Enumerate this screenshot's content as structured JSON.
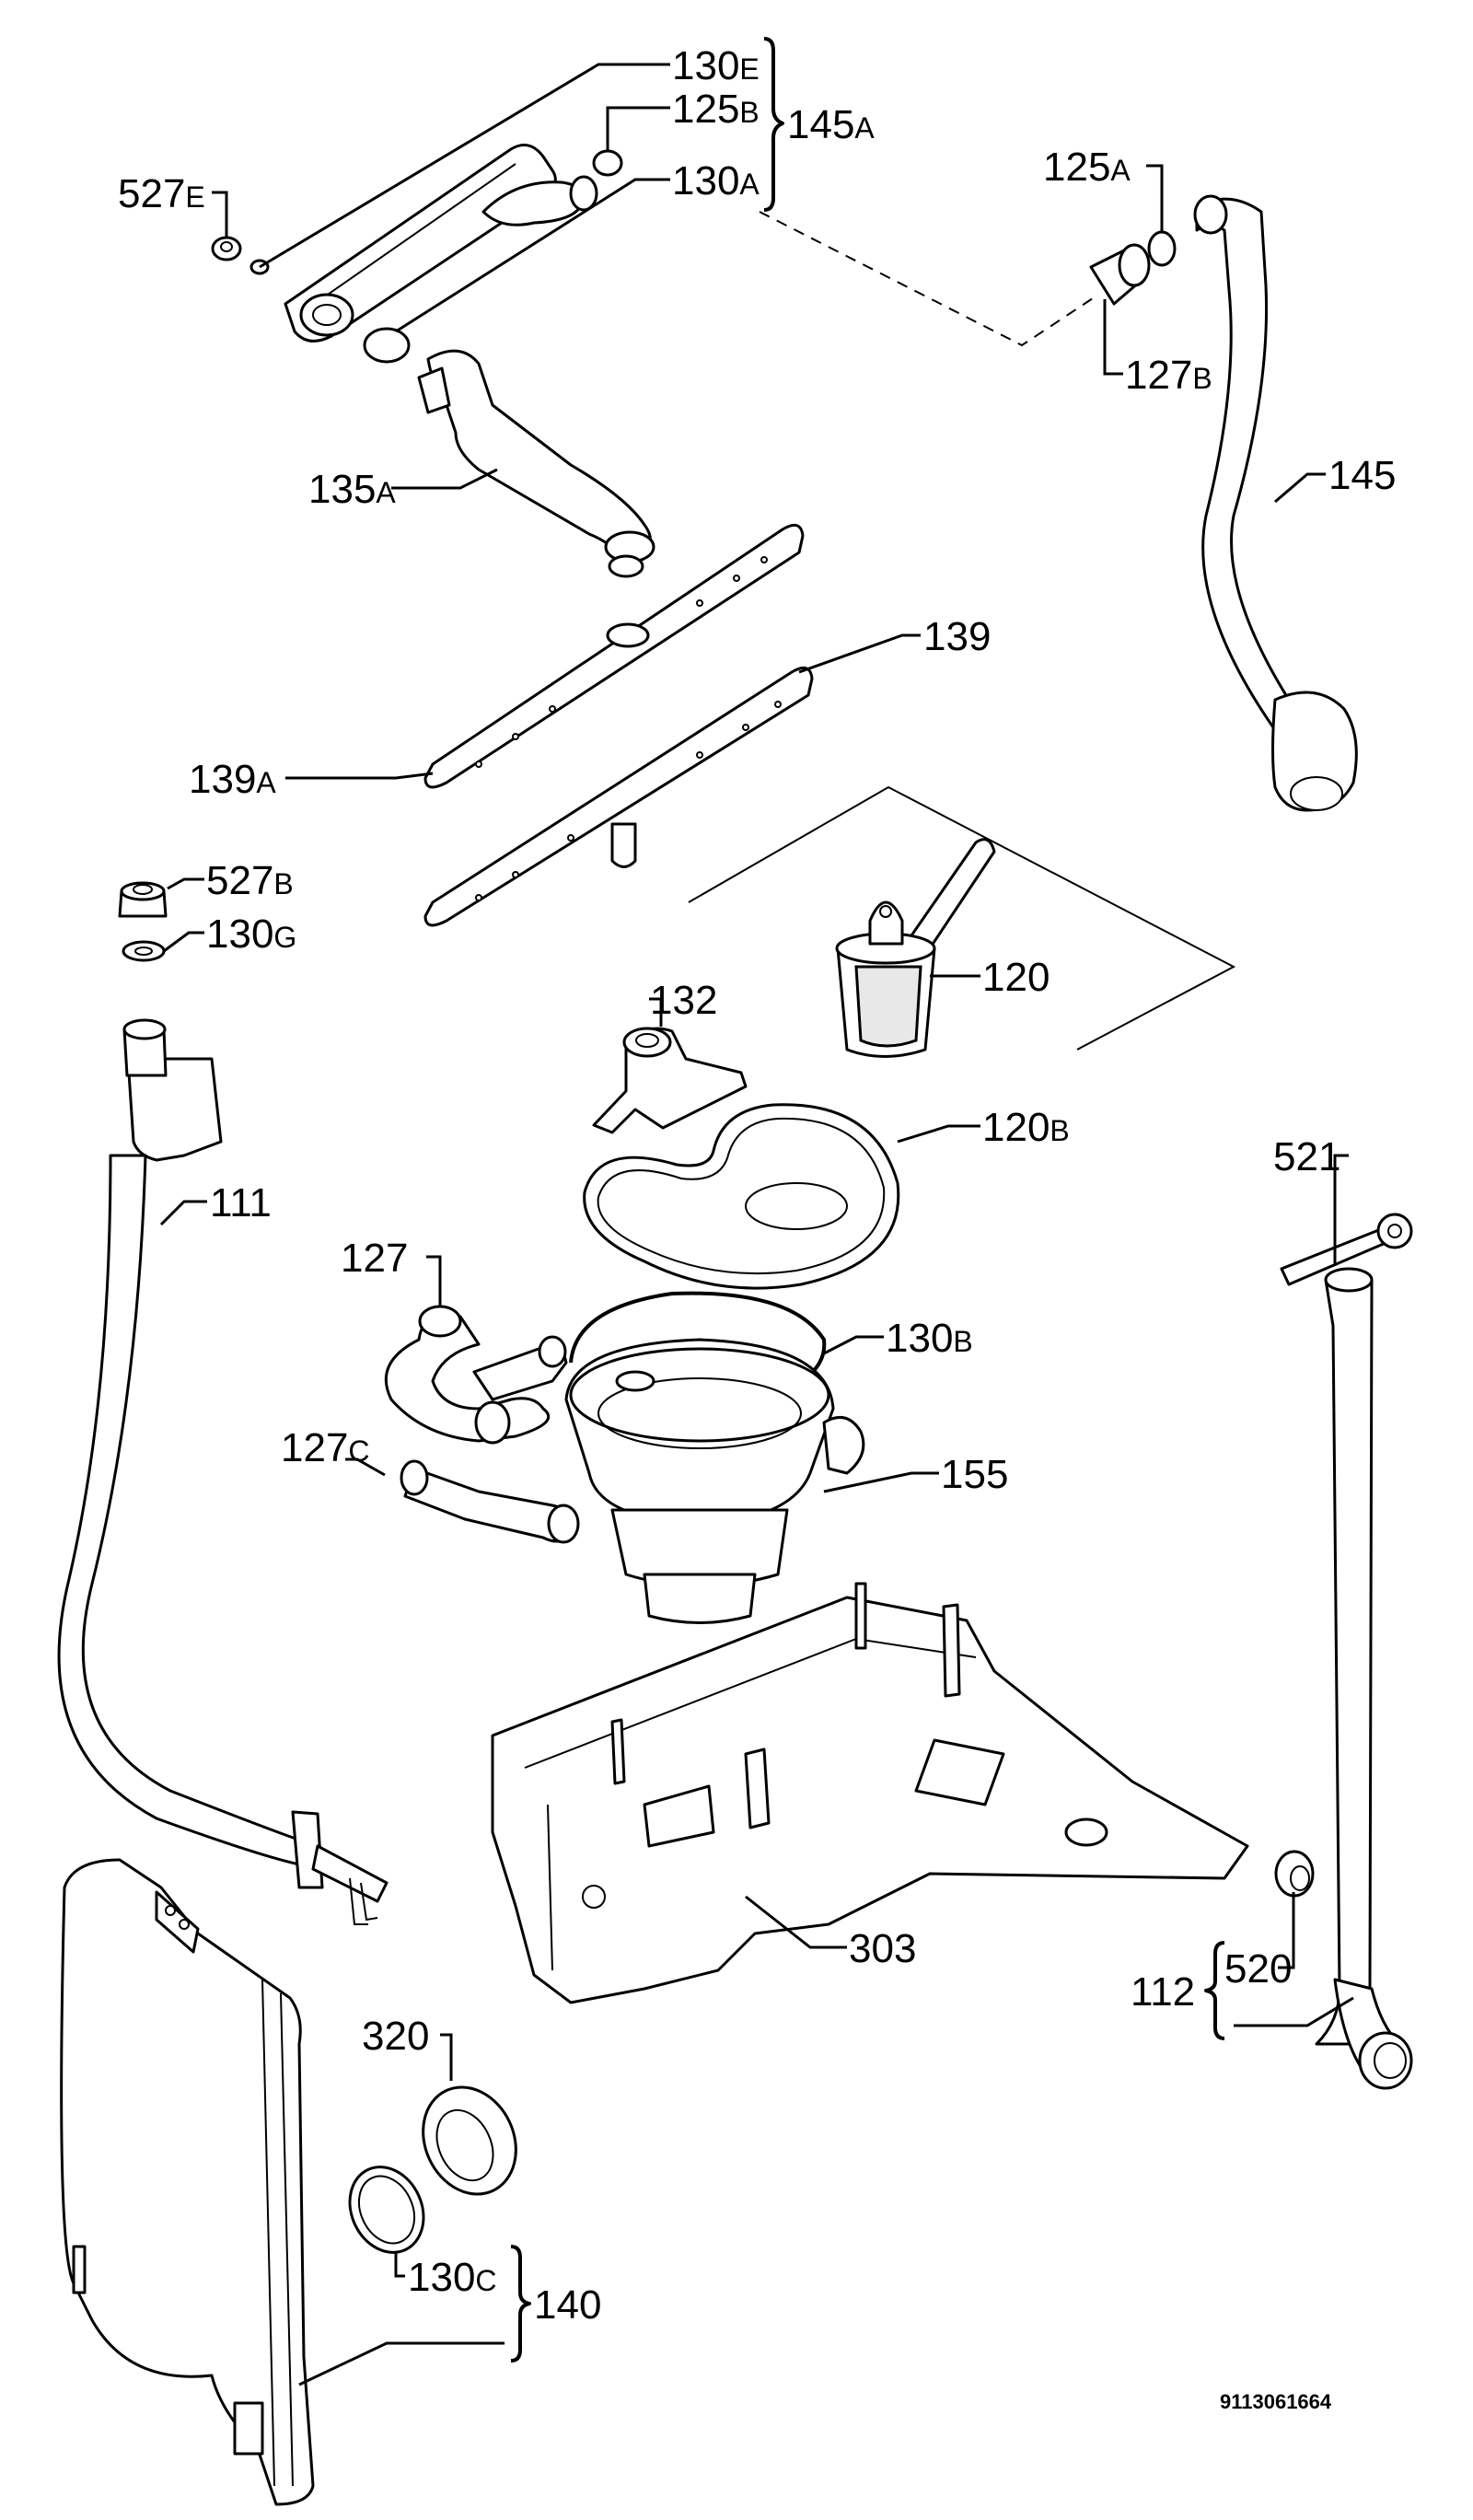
{
  "parts": {
    "130E": {
      "num": "130",
      "suffix": "E"
    },
    "125B": {
      "num": "125",
      "suffix": "B"
    },
    "145A": {
      "num": "145",
      "suffix": "A"
    },
    "130A": {
      "num": "130",
      "suffix": "A"
    },
    "527E": {
      "num": "527",
      "suffix": "E"
    },
    "125A": {
      "num": "125",
      "suffix": "A"
    },
    "127B": {
      "num": "127",
      "suffix": "B"
    },
    "145": {
      "num": "145",
      "suffix": ""
    },
    "135A": {
      "num": "135",
      "suffix": "A"
    },
    "139": {
      "num": "139",
      "suffix": ""
    },
    "139A": {
      "num": "139",
      "suffix": "A"
    },
    "527B": {
      "num": "527",
      "suffix": "B"
    },
    "130G": {
      "num": "130",
      "suffix": "G"
    },
    "132": {
      "num": "132",
      "suffix": ""
    },
    "120": {
      "num": "120",
      "suffix": ""
    },
    "120B": {
      "num": "120",
      "suffix": "B"
    },
    "111": {
      "num": "111",
      "suffix": ""
    },
    "521": {
      "num": "521",
      "suffix": ""
    },
    "127": {
      "num": "127",
      "suffix": ""
    },
    "130B": {
      "num": "130",
      "suffix": "B"
    },
    "127C": {
      "num": "127",
      "suffix": "C"
    },
    "155": {
      "num": "155",
      "suffix": ""
    },
    "303": {
      "num": "303",
      "suffix": ""
    },
    "112": {
      "num": "112",
      "suffix": ""
    },
    "520": {
      "num": "520",
      "suffix": ""
    },
    "320": {
      "num": "320",
      "suffix": ""
    },
    "130C": {
      "num": "130",
      "suffix": "C"
    },
    "140": {
      "num": "140",
      "suffix": ""
    }
  },
  "drawing_code": "9113061664"
}
